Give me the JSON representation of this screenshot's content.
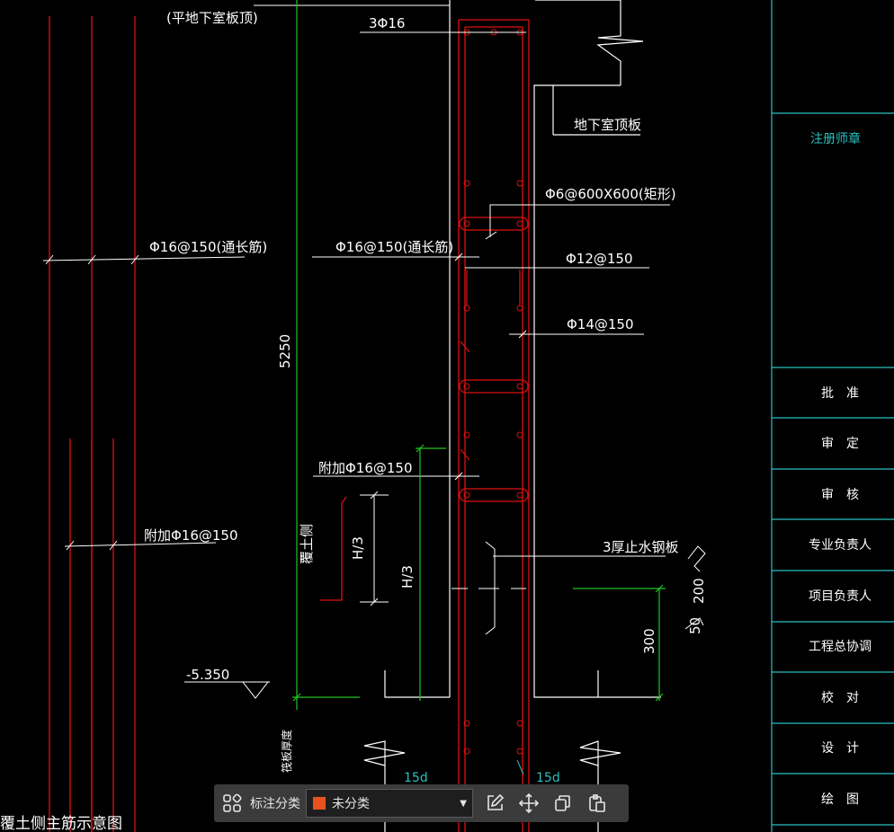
{
  "drawing": {
    "labels": {
      "top_note": "(平地下室板顶)",
      "bar_3phi16": "3Φ16",
      "basement_slab": "地下室顶板",
      "stirrup": "Φ6@600X600(矩形)",
      "long_bar_left": "Φ16@150(通长筋)",
      "long_bar_mid": "Φ16@150(通长筋)",
      "bar_phi12": "Φ12@150",
      "bar_phi14": "Φ14@150",
      "dim_5250": "5250",
      "add_bar_mid": "附加Φ16@150",
      "add_bar_left": "附加Φ16@150",
      "soil_side": "覆土侧",
      "h3_a": "H/3",
      "h3_b": "H/3",
      "waterstop": "3厚止水钢板",
      "dim_200": "200",
      "dim_50": "50",
      "dim_300": "300",
      "elev": "-5.350",
      "foundation_note": "筏板厚度",
      "anchor_left": "15d",
      "anchor_right": "15d",
      "bottom_caption": "覆土侧主筋示意图"
    },
    "titleblock": {
      "seal_label": "注册师章",
      "rows": [
        "批　准",
        "审　定",
        "审　核",
        "专业负责人",
        "项目负责人",
        "工程总协调",
        "校　对",
        "设　计",
        "绘　图"
      ]
    }
  },
  "toolbar": {
    "label": "标注分类",
    "select_value": "未分类",
    "swatch_color": "#e8511f"
  }
}
